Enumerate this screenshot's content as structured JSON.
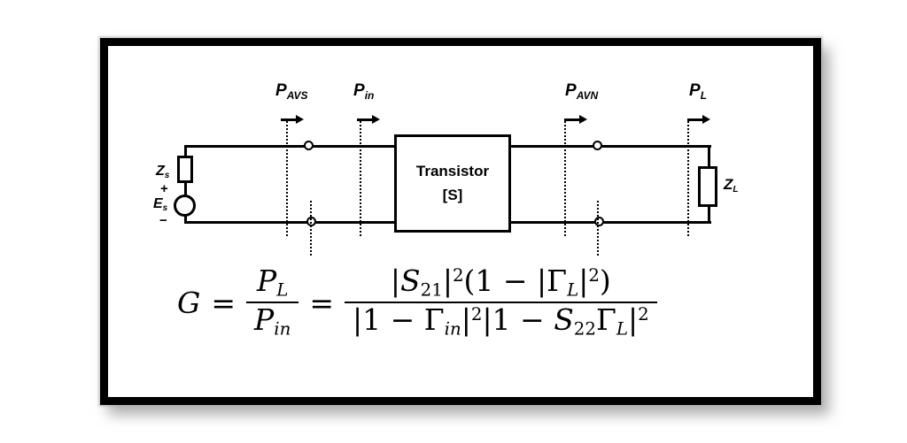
{
  "figure": {
    "background": "#ffffff",
    "frame_border_color": "#000000",
    "line_color": "#000000"
  },
  "diagram": {
    "power_labels": {
      "pavs": {
        "base": "P",
        "sub": "AVS"
      },
      "pin": {
        "base": "P",
        "sub": "in"
      },
      "pavn": {
        "base": "P",
        "sub": "AVN"
      },
      "pl": {
        "base": "P",
        "sub": "L"
      }
    },
    "source": {
      "impedance": {
        "base": "Z",
        "sub": "s"
      },
      "plus": "+",
      "emf": {
        "base": "E",
        "sub": "s"
      },
      "minus": "−"
    },
    "load": {
      "impedance": {
        "base": "Z",
        "sub": "L"
      }
    },
    "transistor": {
      "line1": "Transistor",
      "line2": "[S]"
    }
  },
  "formula": {
    "g": "G",
    "eq1": "=",
    "eq2": "=",
    "frac1": {
      "num_base": "P",
      "num_sub": "L",
      "den_base": "P",
      "den_sub": "in"
    },
    "frac2": {
      "num": {
        "bar1": "|",
        "s": "S",
        "s_sub": "21",
        "bar2": "|",
        "sup1": "2",
        "open": "(1 − |",
        "gamma": "Γ",
        "gamma_sub": "L",
        "bar3": "|",
        "sup2": "2",
        "close": ")"
      },
      "den": {
        "t1": "|1 − ",
        "gamma1": "Γ",
        "gamma1_sub": "in",
        "bar1": "|",
        "sup1": "2",
        "t2": "|1 − ",
        "s": "S",
        "s_sub": "22",
        "gamma2": "Γ",
        "gamma2_sub": "L",
        "bar2": "|",
        "sup2": "2"
      }
    }
  }
}
